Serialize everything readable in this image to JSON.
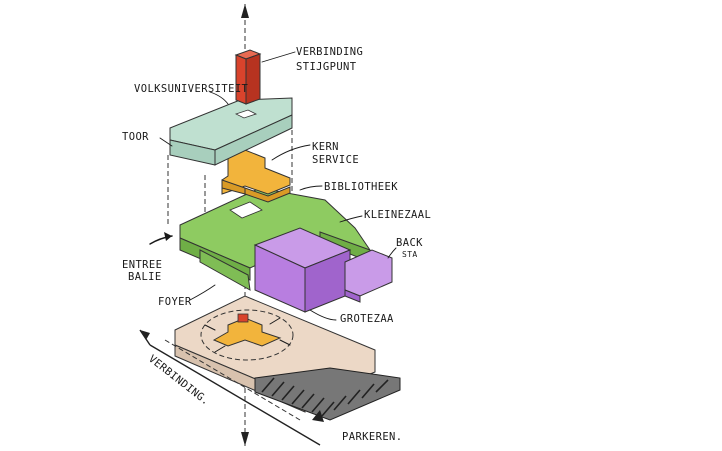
{
  "labels": {
    "verbinding_stijgpunt_1": "VERBINDING",
    "verbinding_stijgpunt_2": "STIJGPUNT",
    "volksuniversiteit": "VOLKSUNIVERSITEIT",
    "toor": "TOOR",
    "kern_service_1": "KERN",
    "kern_service_2": "SERVICE",
    "bibliotheek": "BIBLIOTHEEK",
    "kleine_zaal": "KLEINEZAAL",
    "back_stage_1": "BACK",
    "back_stage_2": "STA",
    "entree_balie_1": "ENTREE",
    "entree_balie_2": "BALIE",
    "foyer": "FOYER",
    "grote_zaal": "GROTEZAA",
    "verbinding_street": "VERBINDING.",
    "parkeren": "PARKEREN."
  },
  "colors": {
    "stair_core": "#d9432c",
    "volksuniversiteit": "#bfe0d0",
    "service_core": "#f2b43c",
    "bibliotheek": "#8ecb61",
    "zaal": "#b87ee0",
    "ground": "#ecd8c6",
    "parking_hatch": "#555555"
  }
}
